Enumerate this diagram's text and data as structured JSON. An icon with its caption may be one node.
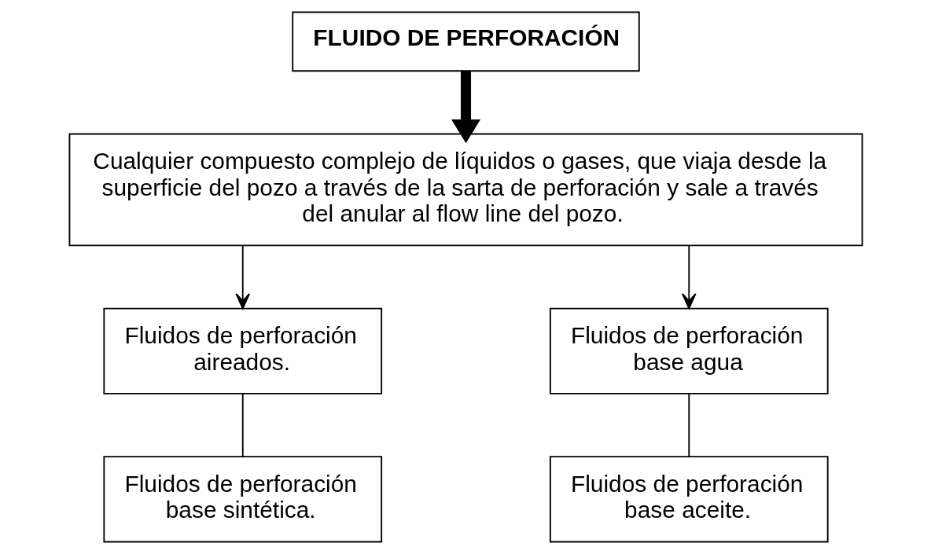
{
  "diagram": {
    "nodes": [
      {
        "text": [
          "FLUIDO DE PERFORACIÓN"
        ]
      },
      {
        "text": [
          "Cualquier compuesto complejo de líquidos o gases, que viaja desde la superficie del pozo a través de la sarta de perforación y sale a través del anular al flow line del pozo."
        ]
      },
      {
        "text": [
          "Fluidos de perforación aireados."
        ]
      },
      {
        "text": [
          "Fluidos de perforación base agua"
        ]
      },
      {
        "text": [
          "Fluidos de perforación base sintética."
        ]
      },
      {
        "text": [
          "Fluidos de perforación base aceite."
        ]
      }
    ],
    "edges": [
      {
        "from": 0,
        "to": 1,
        "arrow": "to",
        "style": "thick"
      },
      {
        "from": 1,
        "to": 2,
        "arrow": "to"
      },
      {
        "from": 1,
        "to": 3,
        "arrow": "to"
      },
      {
        "from": 2,
        "to": 4,
        "arrow": "none"
      },
      {
        "from": 3,
        "to": 5,
        "arrow": "none"
      }
    ]
  }
}
